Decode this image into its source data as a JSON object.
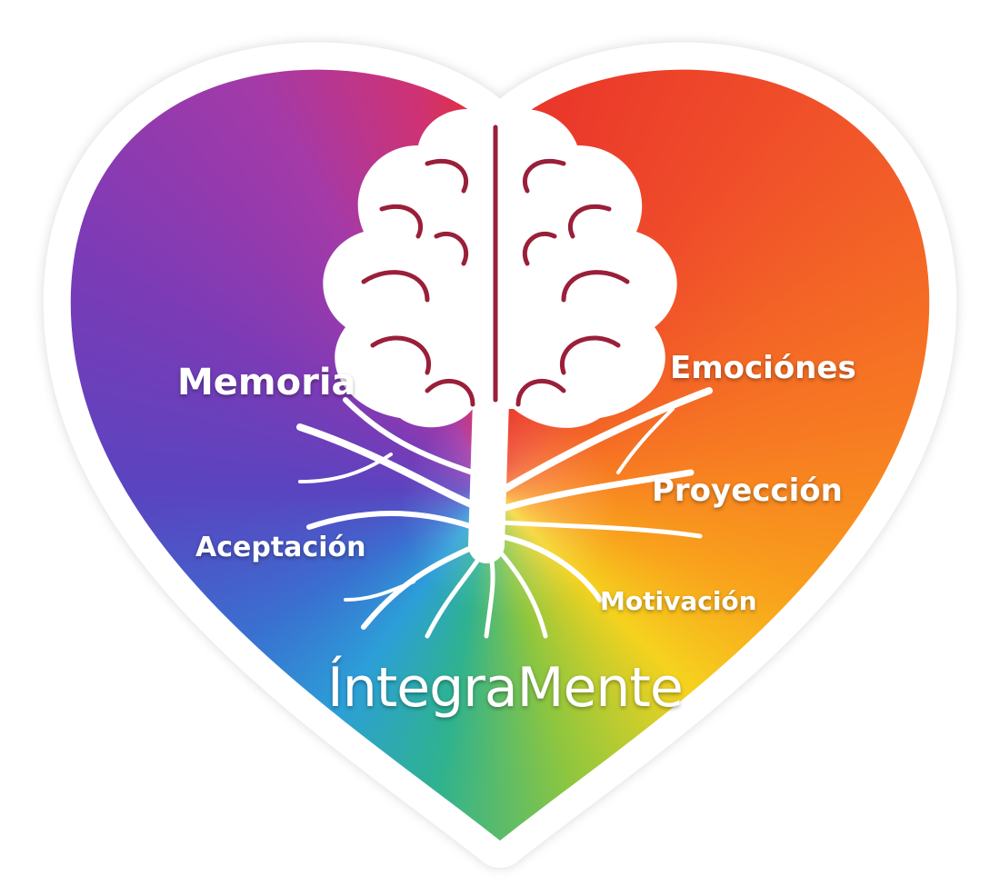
{
  "logo": {
    "brand_name": "ÍntegraMente",
    "labels": {
      "memoria": "Memoria",
      "emociones": "Emociónes",
      "proyeccion": "Proyección",
      "aceptacion": "Aceptación",
      "motivacion": "Motivación"
    },
    "icons": [
      "heart-icon",
      "brain-icon",
      "tree-roots-icon"
    ],
    "colors": {
      "purple": "#7b3bb6",
      "red": "#e8302b",
      "orange": "#f77a22",
      "yellow": "#f5d21e",
      "green": "#8dc63f",
      "blue": "#2c9fd8",
      "brain_lines": "#9a1f3a"
    }
  }
}
